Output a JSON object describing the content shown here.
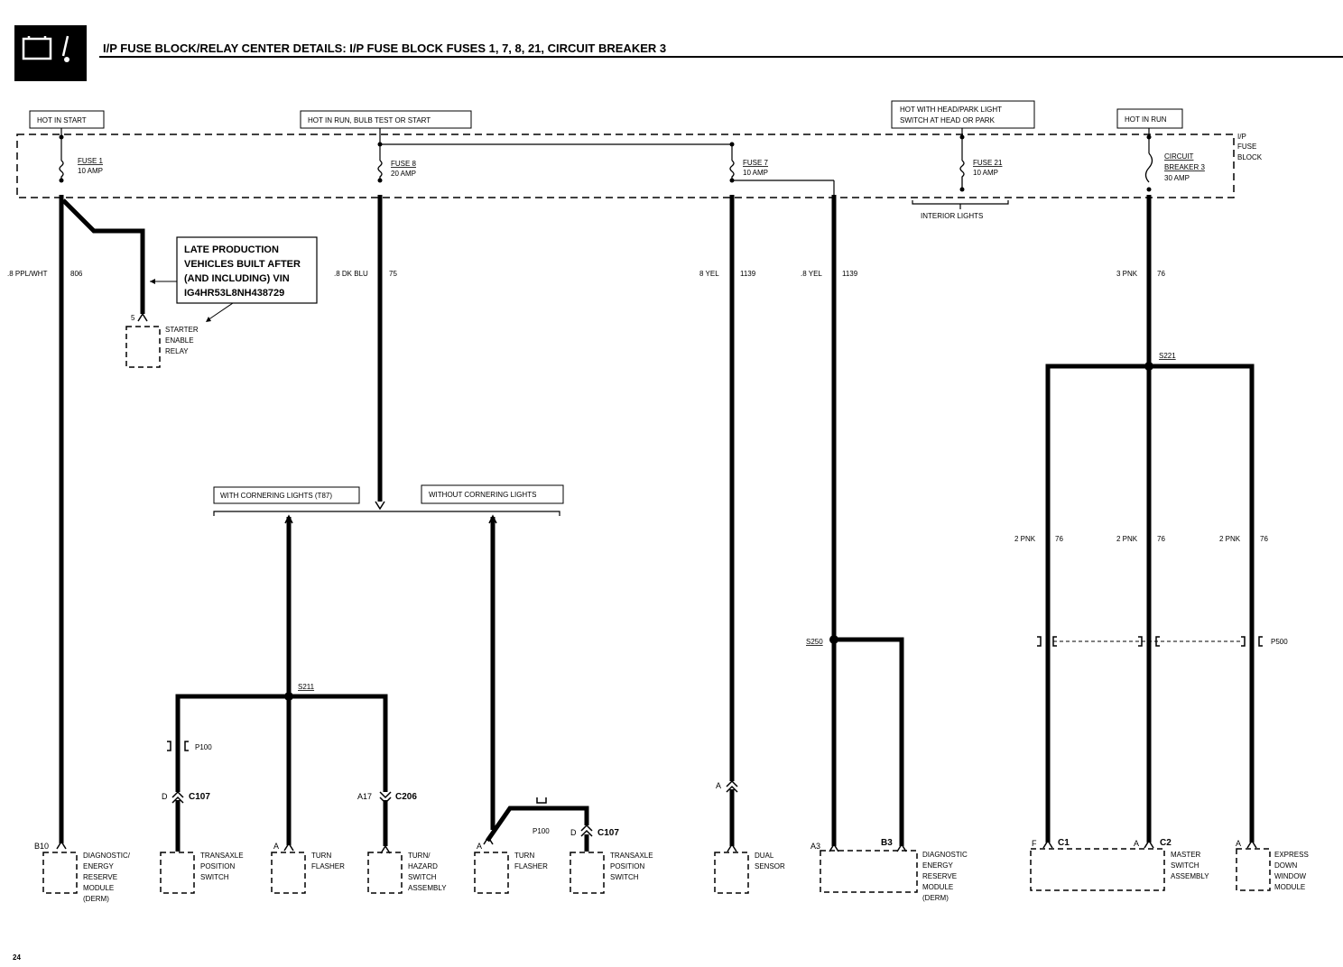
{
  "title": "I/P FUSE BLOCK/RELAY CENTER DETAILS: I/P FUSE BLOCK FUSES 1, 7, 8, 21, CIRCUIT BREAKER 3",
  "page_number": "24",
  "icon": "battery-ground-icon",
  "colors": {
    "ink": "#000000",
    "paper": "#ffffff"
  },
  "hot_labels": {
    "start": "HOT IN START",
    "run_bulb": "HOT IN RUN, BULB TEST OR START",
    "head_park_1": "HOT WITH HEAD/PARK LIGHT",
    "head_park_2": "SWITCH AT HEAD OR PARK",
    "run": "HOT IN RUN"
  },
  "fuse_block": {
    "l1": "I/P",
    "l2": "FUSE",
    "l3": "BLOCK"
  },
  "fuses": {
    "f1_name": "FUSE 1",
    "f1_amp": "10 AMP",
    "f8_name": "FUSE 8",
    "f8_amp": "20 AMP",
    "f7_name": "FUSE 7",
    "f7_amp": "10 AMP",
    "f21_name": "FUSE 21",
    "f21_amp": "10 AMP",
    "cb_l1": "CIRCUIT",
    "cb_l2": "BREAKER 3",
    "cb_amp": "30 AMP"
  },
  "interior_lights": "INTERIOR LIGHTS",
  "wires": {
    "w1_color": ".8 PPL/WHT",
    "w1_circuit": "806",
    "w2_color": ".8 DK BLU",
    "w2_circuit": "75",
    "w3_color": "8 YEL",
    "w3_circuit": "1139",
    "w4_color": ".8 YEL",
    "w4_circuit": "1139",
    "w5_color": "3 PNK",
    "w5_circuit": "76",
    "w6_color": "2 PNK",
    "w6_circuit": "76",
    "w7_color": "2 PNK",
    "w7_circuit": "76",
    "w8_color": "2 PNK",
    "w8_circuit": "76"
  },
  "late_production_note": {
    "l1": "LATE PRODUCTION",
    "l2": "VEHICLES BUILT AFTER",
    "l3": "(AND INCLUDING) VIN",
    "l4": "IG4HR53L8NH438729"
  },
  "starter_relay": {
    "pin": "5",
    "l1": "STARTER",
    "l2": "ENABLE",
    "l3": "RELAY"
  },
  "option_labels": {
    "with": "WITH CORNERING LIGHTS (T87)",
    "without": "WITHOUT CORNERING LIGHTS"
  },
  "splices": {
    "s211": "S211",
    "s250": "S250",
    "s221": "S221"
  },
  "connectors": {
    "p100": "P100",
    "p100b": "P100",
    "c107": "C107",
    "c107b": "C107",
    "c206": "C206",
    "p500": "P500",
    "c1": "C1",
    "c2": "C2",
    "b3": "B3"
  },
  "pins": {
    "b10": "B10",
    "d1": "D",
    "a1": "A",
    "a17": "A17",
    "a2": "A",
    "d2": "D",
    "a3": "A",
    "a3b": "A3",
    "f": "F",
    "a4": "A",
    "a5": "A"
  },
  "components": {
    "derm1_l1": "DIAGNOSTIC/",
    "derm1_l2": "ENERGY",
    "derm1_l3": "RESERVE",
    "derm1_l4": "MODULE",
    "derm1_l5": "(DERM)",
    "tps1_l1": "TRANSAXLE",
    "tps1_l2": "POSITION",
    "tps1_l3": "SWITCH",
    "tf1_l1": "TURN",
    "tf1_l2": "FLASHER",
    "thz_l1": "TURN/",
    "thz_l2": "HAZARD",
    "thz_l3": "SWITCH",
    "thz_l4": "ASSEMBLY",
    "tf2_l1": "TURN",
    "tf2_l2": "FLASHER",
    "tps2_l1": "TRANSAXLE",
    "tps2_l2": "POSITION",
    "tps2_l3": "SWITCH",
    "dual_l1": "DUAL",
    "dual_l2": "SENSOR",
    "derm2_l1": "DIAGNOSTIC",
    "derm2_l2": "ENERGY",
    "derm2_l3": "RESERVE",
    "derm2_l4": "MODULE",
    "derm2_l5": "(DERM)",
    "msa_l1": "MASTER",
    "msa_l2": "SWITCH",
    "msa_l3": "ASSEMBLY",
    "edw_l1": "EXPRESS",
    "edw_l2": "DOWN",
    "edw_l3": "WINDOW",
    "edw_l4": "MODULE"
  }
}
